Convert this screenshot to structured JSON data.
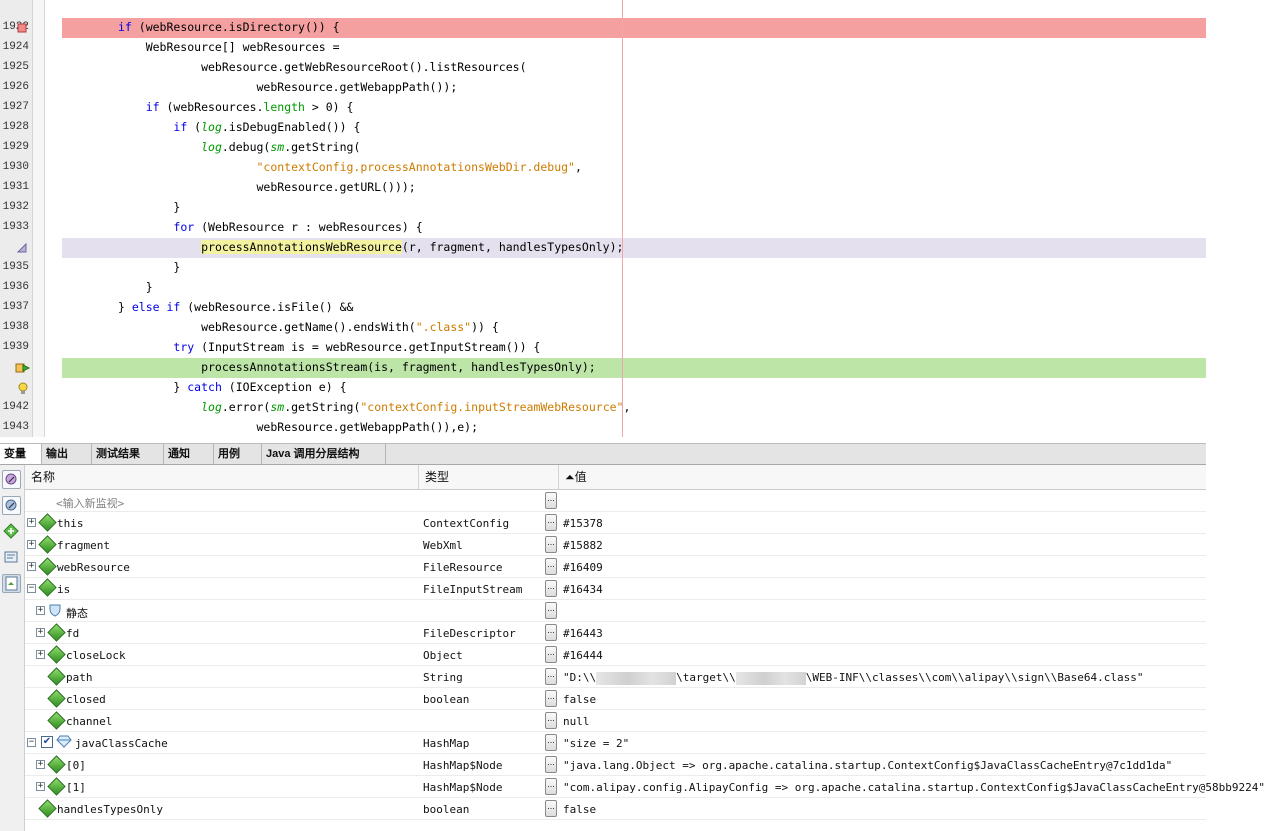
{
  "editor": {
    "lines": [
      {
        "num": "1922",
        "code": "<span class=\"k\">if</span> (webResource.isDirectory()) {",
        "hl": "bp",
        "icon": "breakpoint"
      },
      {
        "num": "1924",
        "code": "WebResource[] webResources =",
        "hl": "",
        "icon": ""
      },
      {
        "num": "1925",
        "code": "        webResource.getWebResourceRoot().listResources(",
        "hl": "",
        "icon": ""
      },
      {
        "num": "1926",
        "code": "                webResource.getWebappPath());",
        "hl": "",
        "icon": ""
      },
      {
        "num": "1927",
        "code": "<span class=\"k\">if</span> (webResources.<span style=\"color:#009900\">length</span> &gt; 0) {",
        "hl": "",
        "icon": ""
      },
      {
        "num": "1928",
        "code": "    <span class=\"k\">if</span> (<span class=\"f\">log</span>.isDebugEnabled()) {",
        "hl": "",
        "icon": ""
      },
      {
        "num": "1929",
        "code": "        <span class=\"f\">log</span>.debug(<span class=\"f\">sm</span>.getString(",
        "hl": "",
        "icon": ""
      },
      {
        "num": "1930",
        "code": "                <span class=\"s\">\"contextConfig.processAnnotationsWebDir.debug\"</span>,",
        "hl": "",
        "icon": ""
      },
      {
        "num": "1931",
        "code": "                webResource.getURL()));",
        "hl": "",
        "icon": ""
      },
      {
        "num": "1932",
        "code": "    }",
        "hl": "",
        "icon": ""
      },
      {
        "num": "1933",
        "code": "    <span class=\"k\">for</span> (WebResource r : webResources) {",
        "hl": "",
        "icon": ""
      },
      {
        "num": "",
        "code": "        <span class=\"m\">processAnnotationsWebResource</span>(r, fragment, handlesTypesOnly);",
        "hl": "cur",
        "icon": "call-stack"
      },
      {
        "num": "1935",
        "code": "    }",
        "hl": "",
        "icon": ""
      },
      {
        "num": "1936",
        "code": "}",
        "hl": "",
        "icon": ""
      },
      {
        "num": "1937",
        "code": "} <span class=\"k\">else if</span> (webResource.isFile() &amp;&amp;",
        "hl": "",
        "icon": ""
      },
      {
        "num": "1938",
        "code": "        webResource.getName().endsWith(<span class=\"s\">\".class\"</span>)) {",
        "hl": "",
        "icon": ""
      },
      {
        "num": "1939",
        "code": "    <span class=\"k\">try</span> (InputStream is = webResource.getInputStream()) {",
        "hl": "",
        "icon": ""
      },
      {
        "num": "",
        "code": "        processAnnotationsStream(is, fragment, handlesTypesOnly);",
        "hl": "pc",
        "icon": "program-counter"
      },
      {
        "num": "",
        "code": "    } <span class=\"k\">catch</span> (IOException e) {",
        "hl": "",
        "icon": "warning-bulb"
      },
      {
        "num": "1942",
        "code": "        <span class=\"f\">log</span>.error(<span class=\"f\">sm</span>.getString(<span class=\"s\">\"contextConfig.inputStreamWebResource\"</span>,",
        "hl": "",
        "icon": ""
      },
      {
        "num": "1943",
        "code": "                webResource.getWebappPath()),e);",
        "hl": "",
        "icon": ""
      }
    ]
  },
  "tabs": [
    {
      "label": "变量 ⊗",
      "active": true
    },
    {
      "label": "输出",
      "active": false
    },
    {
      "label": "测试结果",
      "active": false
    },
    {
      "label": "通知",
      "active": false
    },
    {
      "label": "用例",
      "active": false
    },
    {
      "label": "Java 调用分层结构",
      "active": false
    }
  ],
  "vars": {
    "headers": {
      "name": "名称",
      "type": "类型",
      "value": "⏶值"
    },
    "placeholder": "<输入新监视>",
    "ellipsis": "...",
    "rows": [
      {
        "indent": 0,
        "expander": "+",
        "icon": "field",
        "name": "this",
        "type": "ContextConfig",
        "value": "#15378"
      },
      {
        "indent": 0,
        "expander": "+",
        "icon": "field",
        "name": "fragment",
        "type": "WebXml",
        "value": "#15882"
      },
      {
        "indent": 0,
        "expander": "+",
        "icon": "field",
        "name": "webResource",
        "type": "FileResource",
        "value": "#16409"
      },
      {
        "indent": 0,
        "expander": "-",
        "icon": "field-top",
        "name": "is",
        "type": "FileInputStream",
        "value": "#16434"
      },
      {
        "indent": 1,
        "expander": "+",
        "icon": "shield",
        "name": "静态",
        "type": "",
        "value": ""
      },
      {
        "indent": 1,
        "expander": "+",
        "icon": "field",
        "name": "fd",
        "type": "FileDescriptor",
        "value": "#16443"
      },
      {
        "indent": 1,
        "expander": "+",
        "icon": "field",
        "name": "closeLock",
        "type": "Object",
        "value": "#16444"
      },
      {
        "indent": 1,
        "expander": "",
        "icon": "field",
        "name": "path",
        "type": "String",
        "value": "",
        "path": {
          "a": "\"D:\\\\",
          "b": "\\target\\\\",
          "c": "\\WEB-INF\\\\classes\\\\com\\\\alipay\\\\sign\\\\Base64.class\""
        }
      },
      {
        "indent": 1,
        "expander": "",
        "icon": "field",
        "name": "closed",
        "type": "boolean",
        "value": "false"
      },
      {
        "indent": 1,
        "expander": "",
        "icon": "field",
        "name": "channel",
        "type": "",
        "value": "null"
      },
      {
        "indent": 0,
        "expander": "-",
        "icon": "gem",
        "name": "javaClassCache",
        "type": "HashMap",
        "value": "\"size = 2\"",
        "checkbox": "✔"
      },
      {
        "indent": 1,
        "expander": "+",
        "icon": "field",
        "name": "[0]",
        "type": "HashMap$Node",
        "value": "\"java.lang.Object => org.apache.catalina.startup.ContextConfig$JavaClassCacheEntry@7c1dd1da\""
      },
      {
        "indent": 1,
        "expander": "+",
        "icon": "field",
        "name": "[1]",
        "type": "HashMap$Node",
        "value": "\"com.alipay.config.AlipayConfig => org.apache.catalina.startup.ContextConfig$JavaClassCacheEntry@58bb9224\""
      },
      {
        "indent": 0,
        "expander": "",
        "icon": "field",
        "name": "handlesTypesOnly",
        "type": "boolean",
        "value": "false"
      }
    ]
  }
}
